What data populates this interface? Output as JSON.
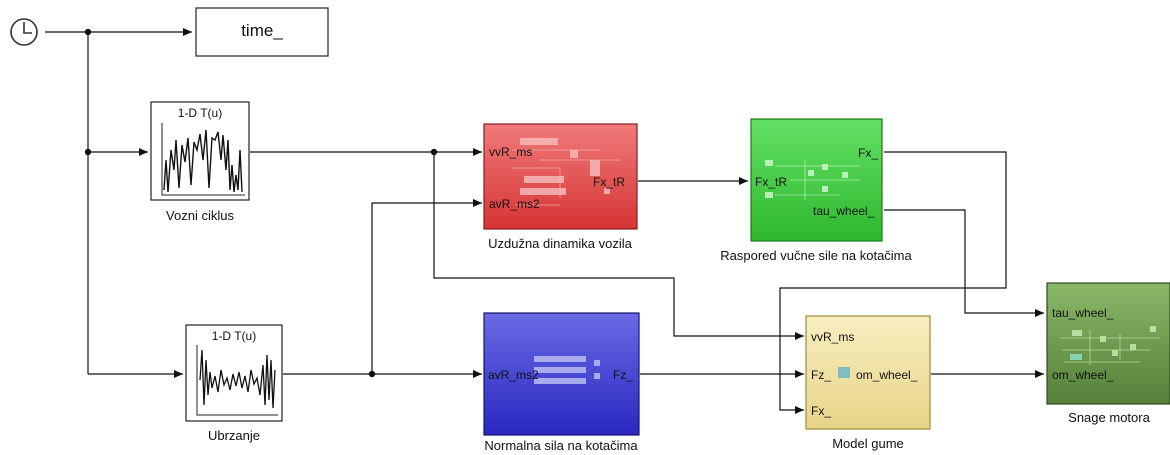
{
  "clock": {
    "icon": "clock-icon"
  },
  "time_block": {
    "label": "time_"
  },
  "vozni": {
    "header": "1-D T(u)",
    "caption": "Vozni ciklus"
  },
  "ubrzanje": {
    "header": "1-D T(u)",
    "caption": "Ubrzanje"
  },
  "uzduzna": {
    "in1": "vvR_ms",
    "in2": "avR_ms2",
    "out1": "Fx_tR",
    "caption": "Uzdužna dinamika vozila",
    "color": "#e04848"
  },
  "raspored": {
    "in1": "Fx_tR",
    "out1": "Fx_",
    "out2": "tau_wheel_",
    "caption": "Raspored vučne sile na kotačima",
    "color": "#3cc43c"
  },
  "normalna": {
    "in1": "avR_ms2",
    "out1": "Fz_",
    "caption": "Normalna sila na kotačima",
    "color": "#3a3ad2"
  },
  "guma": {
    "in1": "vvR_ms",
    "in2": "Fz_",
    "in3": "Fx_",
    "out1": "om_wheel_",
    "caption": "Model gume",
    "color": "#f1e3a6"
  },
  "motor": {
    "in1": "tau_wheel_",
    "in2": "om_wheel_",
    "caption": "Snage motora",
    "color": "#6f9c4c"
  }
}
